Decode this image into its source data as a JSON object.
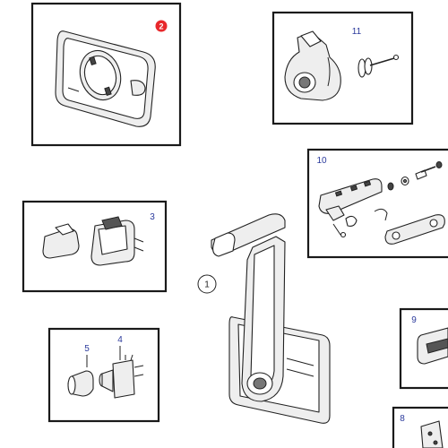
{
  "callouts": {
    "c1": "1",
    "c2": "2",
    "c3": "3",
    "c4": "4",
    "c5": "5",
    "c8": "8",
    "c9": "9",
    "c10": "10",
    "c11": "11"
  },
  "colors": {
    "callout_text": "#2b3a9c",
    "highlight_badge": "#e8282b",
    "frame": "#1a1a1a",
    "part_fill": "#eeeeee"
  }
}
